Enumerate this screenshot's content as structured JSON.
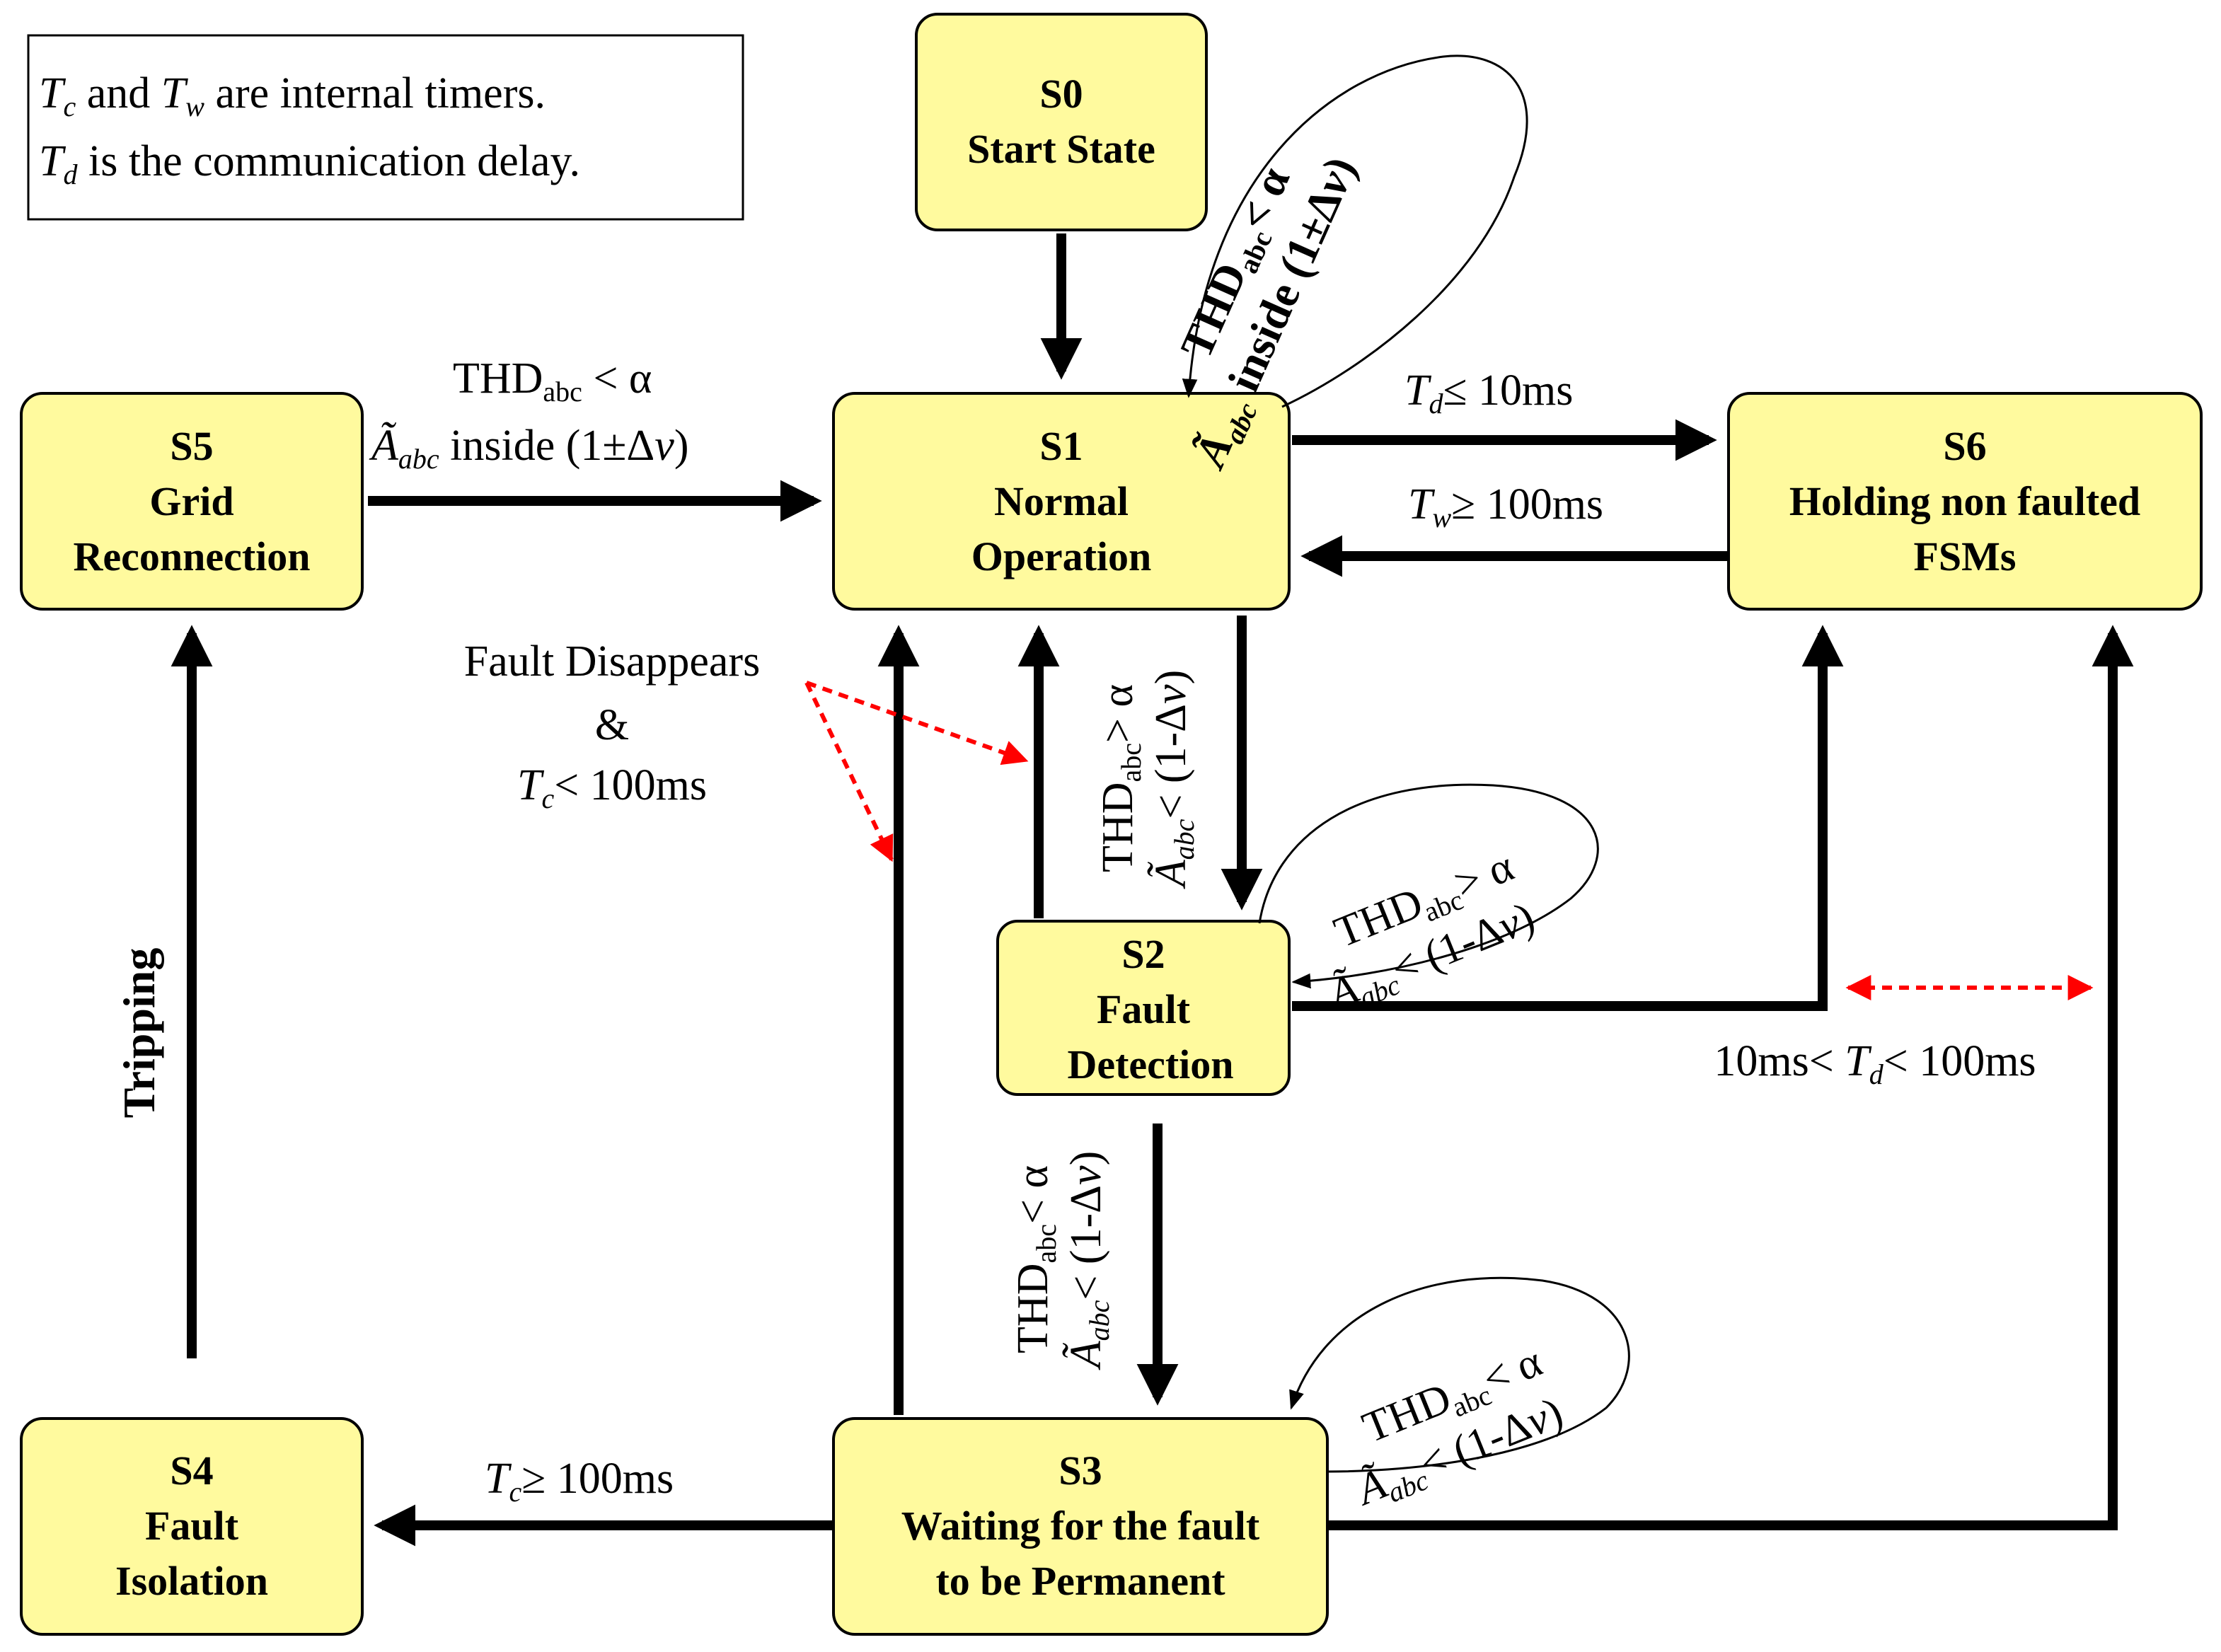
{
  "note": {
    "line1_a": "T",
    "line1_a_sub": "c",
    "line1_b": " and ",
    "line1_c": "T",
    "line1_c_sub": "w",
    "line1_d": " are internal timers.",
    "line2_a": "T",
    "line2_a_sub": "d",
    "line2_b": " is the communication delay."
  },
  "states": {
    "s0": {
      "id": "S0",
      "line1": "Start State"
    },
    "s1": {
      "id": "S1",
      "line1": "Normal",
      "line2": "Operation"
    },
    "s2": {
      "id": "S2",
      "line1": "Fault",
      "line2": "Detection"
    },
    "s3": {
      "id": "S3",
      "line1": "Waiting for the fault",
      "line2": "to be Permanent"
    },
    "s4": {
      "id": "S4",
      "line1": "Fault",
      "line2": "Isolation"
    },
    "s5": {
      "id": "S5",
      "line1": "Grid",
      "line2": "Reconnection"
    },
    "s6": {
      "id": "S6",
      "line1": "Holding non faulted",
      "line2": "FSMs"
    }
  },
  "labels": {
    "thd": "THD",
    "abc": "abc",
    "a_tilde": "Ã",
    "lt_alpha": " < α",
    "lt_alpha_tight": "< α",
    "gt_alpha": "> α",
    "inside": " inside (1±Δ",
    "inside_v": "v",
    "inside_close": ")",
    "lt_minus": "< (1-Δ",
    "minus_v": "v",
    "minus_close": ")",
    "td_le": "≤ 10ms",
    "tw_ge": "≥ 100ms",
    "tc_ge": "≥ 100ms",
    "t": "T",
    "d": "d",
    "w": "w",
    "c": "c",
    "fault_disappears": "Fault Disappears",
    "amp": "&",
    "tc_lt": "<  100ms",
    "tripping": "Tripping",
    "td_range_a": "10ms< ",
    "td_range_b": "< 100ms"
  },
  "colors": {
    "state_fill": "#FFFA9E",
    "dashed_arrow": "#ff0000"
  }
}
